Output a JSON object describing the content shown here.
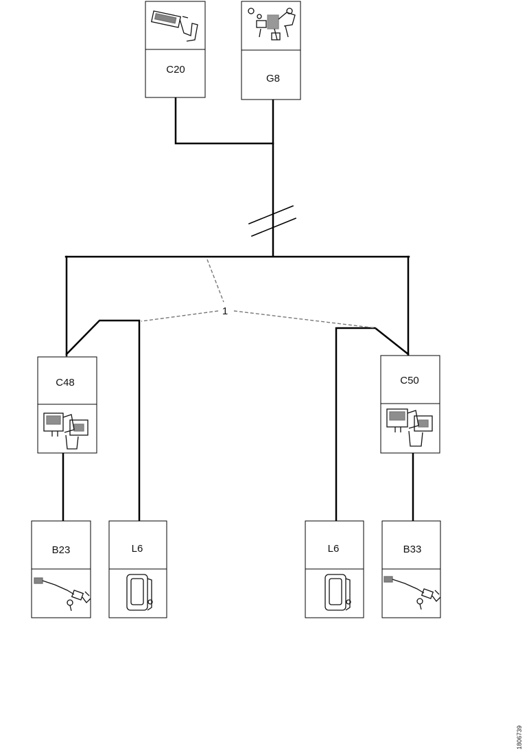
{
  "components": {
    "c20": {
      "label": "C20",
      "icon": "connector-clip-icon"
    },
    "g8": {
      "label": "G8",
      "icon": "multi-pin-connector-icon"
    },
    "c48": {
      "label": "C48",
      "icon": "connector-block-icon"
    },
    "c50": {
      "label": "C50",
      "icon": "connector-block-icon"
    },
    "b23": {
      "label": "B23",
      "icon": "cable-sensor-icon"
    },
    "l6_left": {
      "label": "L6",
      "icon": "lamp-unit-icon"
    },
    "l6_right": {
      "label": "L6",
      "icon": "lamp-unit-icon"
    },
    "b33": {
      "label": "B33",
      "icon": "cable-sensor-icon"
    }
  },
  "callout": {
    "label": "1"
  },
  "figure_code": "1806739"
}
